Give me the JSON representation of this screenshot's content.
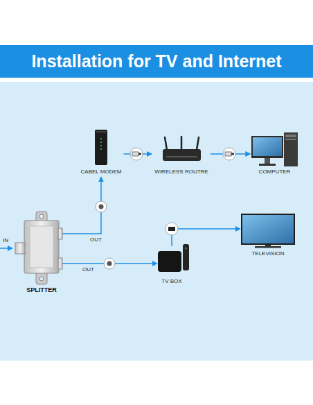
{
  "diagram": {
    "title": "Installation for TV and Internet",
    "nodes": [
      {
        "text": [
          "CABEL MODEM"
        ]
      },
      {
        "text": [
          "WIRELESS ROUTRE"
        ]
      },
      {
        "text": [
          "COMPUTER"
        ]
      },
      {
        "text": [
          "SPLITTER"
        ]
      },
      {
        "text": [
          "TV BOX"
        ]
      },
      {
        "text": [
          "TELEVISION"
        ]
      }
    ],
    "edges": [
      {
        "from": 3,
        "to": 0,
        "arrow": "to"
      },
      {
        "from": 0,
        "to": 1,
        "arrow": "to"
      },
      {
        "from": 1,
        "to": 2,
        "arrow": "to"
      },
      {
        "from": 3,
        "to": 4,
        "arrow": "to"
      },
      {
        "from": 4,
        "to": 5,
        "arrow": "to"
      }
    ],
    "labels": [
      "IN",
      "OUT",
      "OUT"
    ]
  }
}
